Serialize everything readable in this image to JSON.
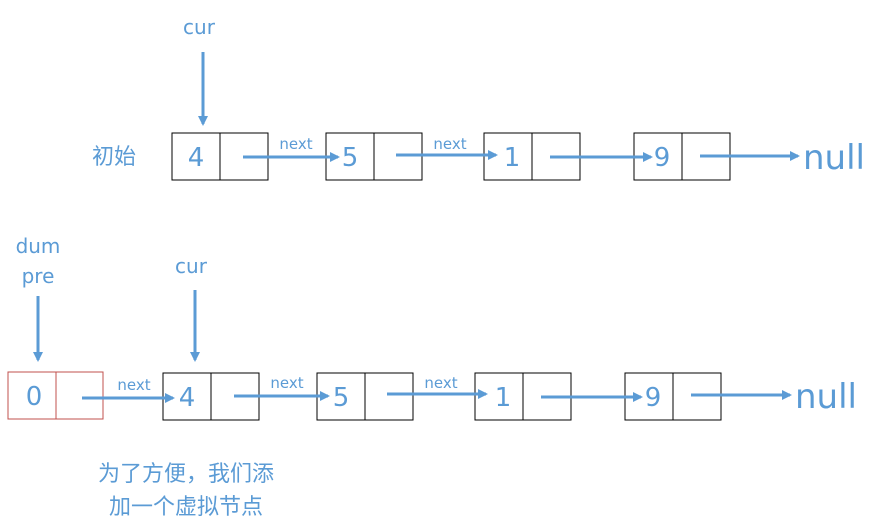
{
  "colors": {
    "accent": "#5b9bd5",
    "box_border": "#000000",
    "dummy_border": "#c0504d"
  },
  "top_list": {
    "label": "初始",
    "pointer_label": "cur",
    "nodes": [
      "4",
      "5",
      "1",
      "9"
    ],
    "edge_labels": [
      "next",
      "next",
      "",
      ""
    ],
    "null_label": "null"
  },
  "bottom_list": {
    "dummy_value": "0",
    "dummy_labels": [
      "dum",
      "pre"
    ],
    "pointer_label": "cur",
    "nodes": [
      "4",
      "5",
      "1",
      "9"
    ],
    "edge_labels": [
      "next",
      "next",
      "next",
      "",
      ""
    ],
    "null_label": "null"
  },
  "caption": [
    "为了方便，我们添",
    "加一个虚拟节点"
  ]
}
